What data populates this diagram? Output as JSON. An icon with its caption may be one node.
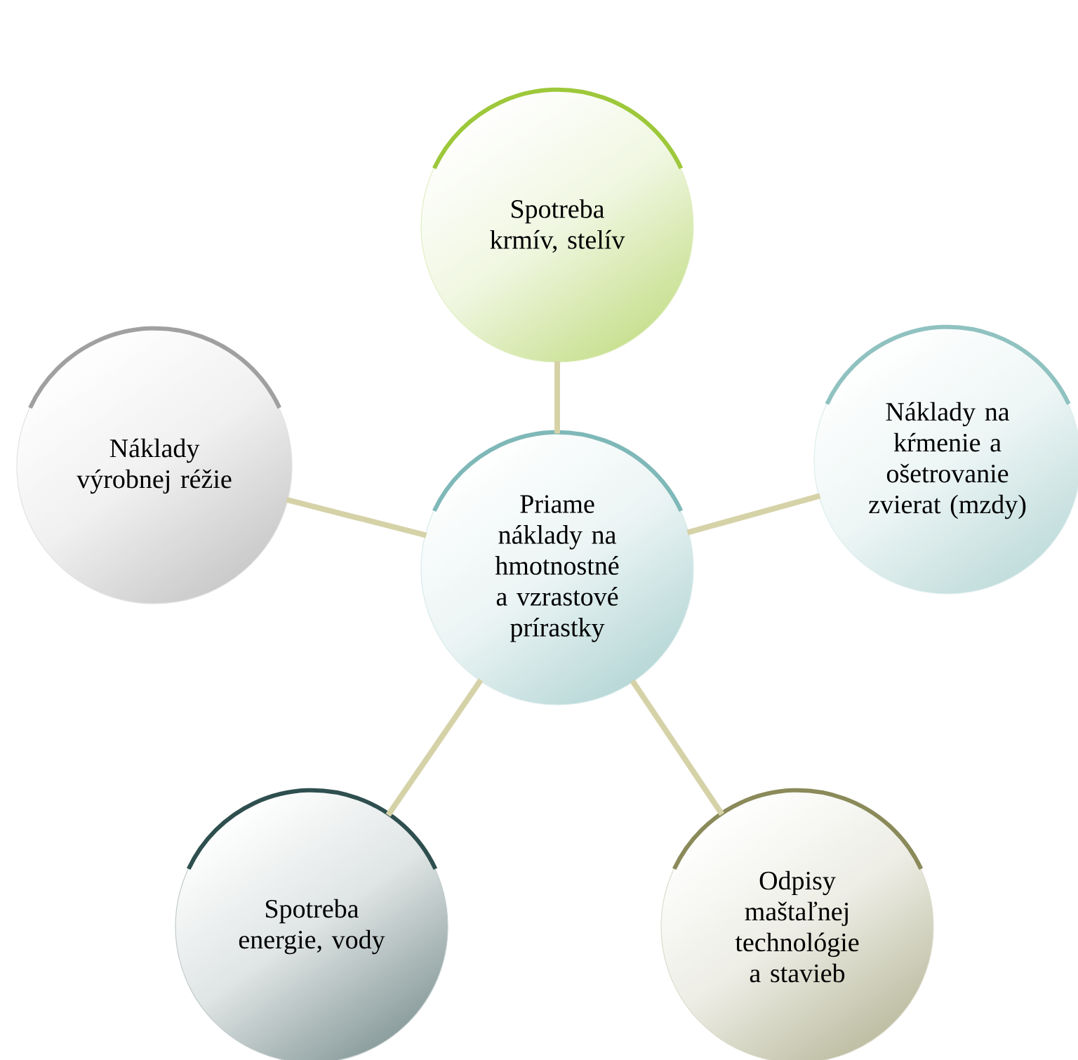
{
  "diagram": {
    "nodes": [
      {
        "text": [
          "Priame náklady na hmotnostné a vzrastové prírastky"
        ]
      },
      {
        "text": [
          "Spotreba krmív, stelív"
        ]
      },
      {
        "text": [
          "Náklady na kŕmenie a ošetrovanie zvierat (mzdy)"
        ]
      },
      {
        "text": [
          "Odpisy maštaľnej technológie a stavieb"
        ]
      },
      {
        "text": [
          "Spotreba energie, vody"
        ]
      },
      {
        "text": [
          "Náklady výrobnej réžie"
        ]
      }
    ],
    "edges": [
      {
        "from": 0,
        "to": 1,
        "arrow": "none"
      },
      {
        "from": 0,
        "to": 2,
        "arrow": "none"
      },
      {
        "from": 0,
        "to": 3,
        "arrow": "none"
      },
      {
        "from": 0,
        "to": 4,
        "arrow": "none"
      },
      {
        "from": 0,
        "to": 5,
        "arrow": "none"
      }
    ]
  }
}
